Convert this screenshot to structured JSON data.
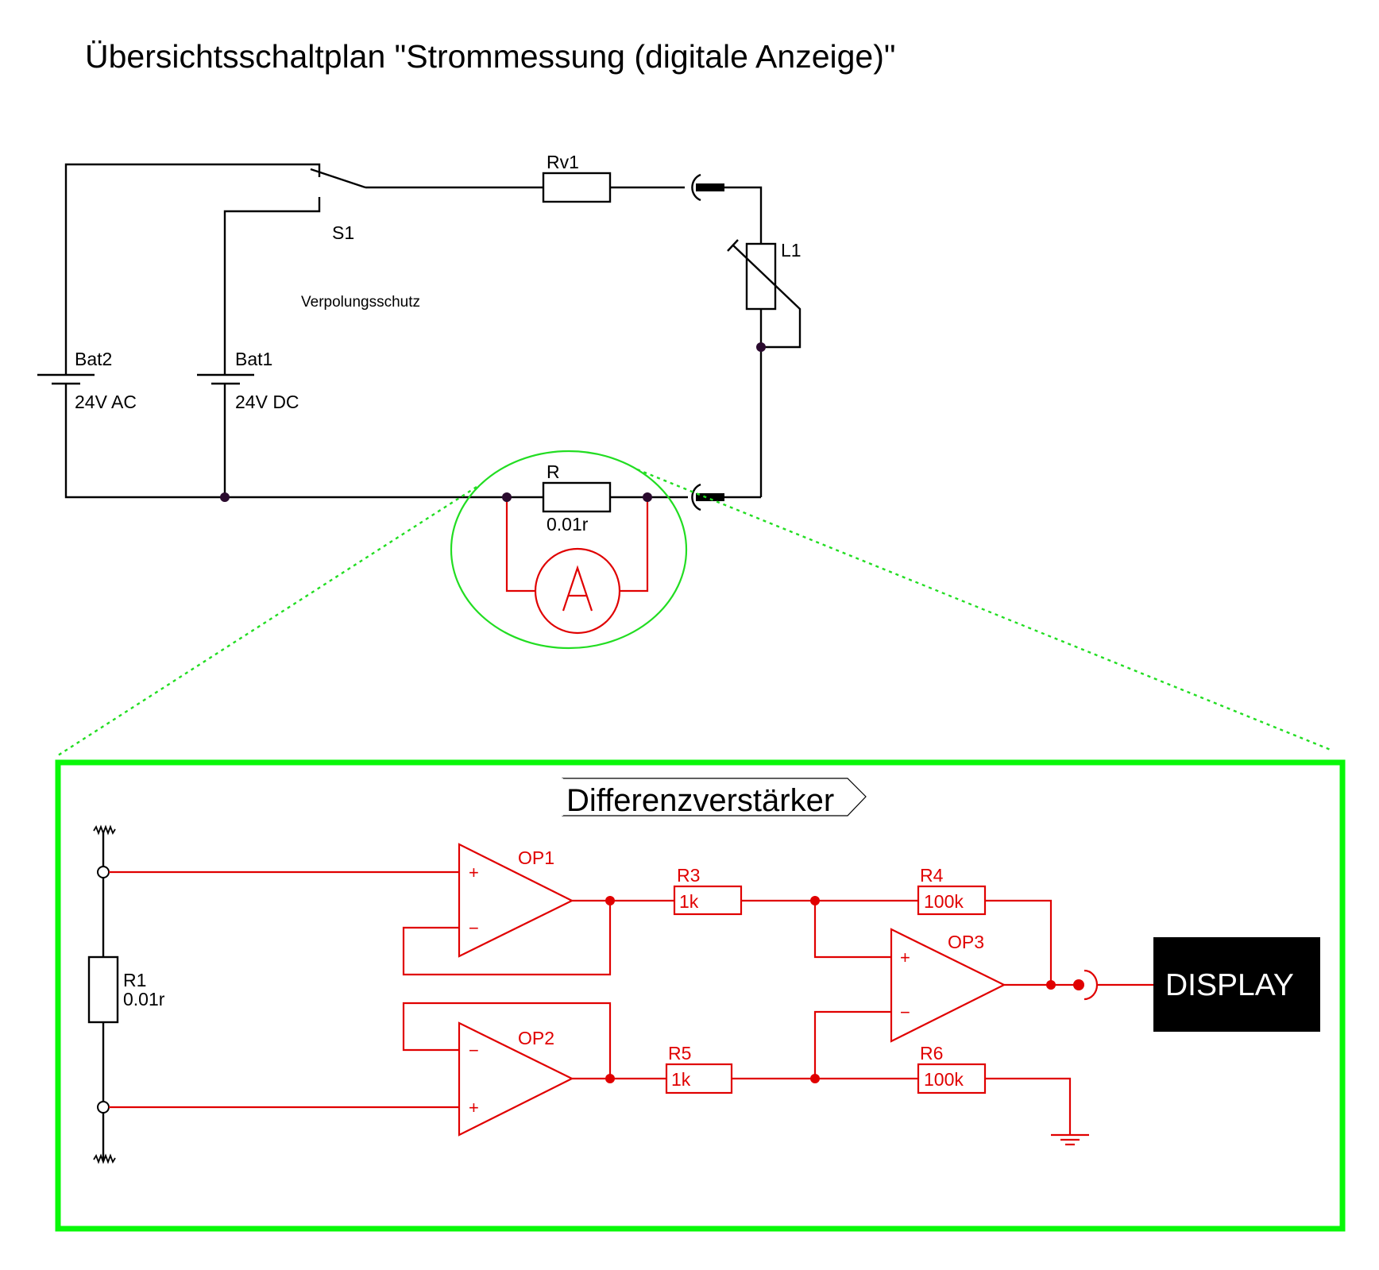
{
  "page": {
    "title": "Übersichtsschaltplan \"Strommessung (digitale Anzeige)\""
  },
  "main_circuit": {
    "switch": {
      "ref": "S1"
    },
    "annotation": "Verpolungsschutz",
    "batteries": [
      {
        "ref": "Bat2",
        "value": "24V AC"
      },
      {
        "ref": "Bat1",
        "value": "24V DC"
      }
    ],
    "series_resistor": {
      "ref": "Rv1"
    },
    "lamp_resistor": {
      "ref": "L1"
    },
    "shunt": {
      "ref": "R",
      "value": "0.01r"
    },
    "ammeter": {
      "symbol": "A"
    }
  },
  "detail": {
    "title": "Differenzverstärker",
    "shunt": {
      "ref": "R1",
      "value": "0.01r"
    },
    "opamps": [
      {
        "ref": "OP1",
        "plus": "+",
        "minus": "−"
      },
      {
        "ref": "OP2",
        "plus": "+",
        "minus": "−"
      },
      {
        "ref": "OP3",
        "plus": "+",
        "minus": "−"
      }
    ],
    "resistors": [
      {
        "ref": "R3",
        "value": "1k"
      },
      {
        "ref": "R4",
        "value": "100k"
      },
      {
        "ref": "R5",
        "value": "1k"
      },
      {
        "ref": "R6",
        "value": "100k"
      }
    ],
    "display": {
      "label": "DISPLAY"
    }
  },
  "colors": {
    "wire": "#000000",
    "detail_wire": "#e00000",
    "highlight": "#08f808",
    "display_bg": "#000000",
    "display_text": "#ffffff"
  }
}
